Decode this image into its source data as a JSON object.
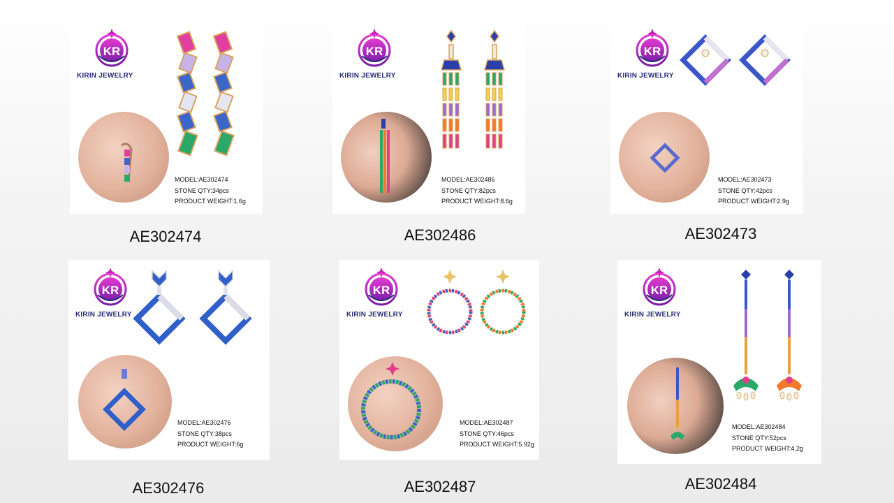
{
  "brand": {
    "name": "KIRIN JEWELRY",
    "initials": "KR"
  },
  "colors": {
    "logo_magenta": "#c21fb4",
    "logo_navy": "#2b2b7a",
    "gold": "#d9a25e"
  },
  "products": [
    {
      "model": "MODEL:AE302474",
      "stone": "STONE QTY:34pcs",
      "weight": "PRODUCT WEIGHT:1.6g",
      "caption": "AE302474"
    },
    {
      "model": "MODEL:AE302486",
      "stone": "STONE QTY:82pcs",
      "weight": "PRODUCT WEIGHT:8.6g",
      "caption": "AE302486"
    },
    {
      "model": "MODEL:AE302473",
      "stone": "STONE QTY:42pcs",
      "weight": "PRODUCT WEIGHT:2.9g",
      "caption": "AE302473"
    },
    {
      "model": "MODEL:AE302476",
      "stone": "STONE QTY:38pcs",
      "weight": "PRODUCT WEIGHT:6g",
      "caption": "AE302476"
    },
    {
      "model": "MODEL:AE302487",
      "stone": "STONE QTY:46pcs",
      "weight": "PRODUCT WEIGHT:5.92g",
      "caption": "AE302487"
    },
    {
      "model": "MODEL:AE302484",
      "stone": "STONE QTY:52pcs",
      "weight": "PRODUCT WEIGHT:4.2g",
      "caption": "AE302484"
    }
  ]
}
